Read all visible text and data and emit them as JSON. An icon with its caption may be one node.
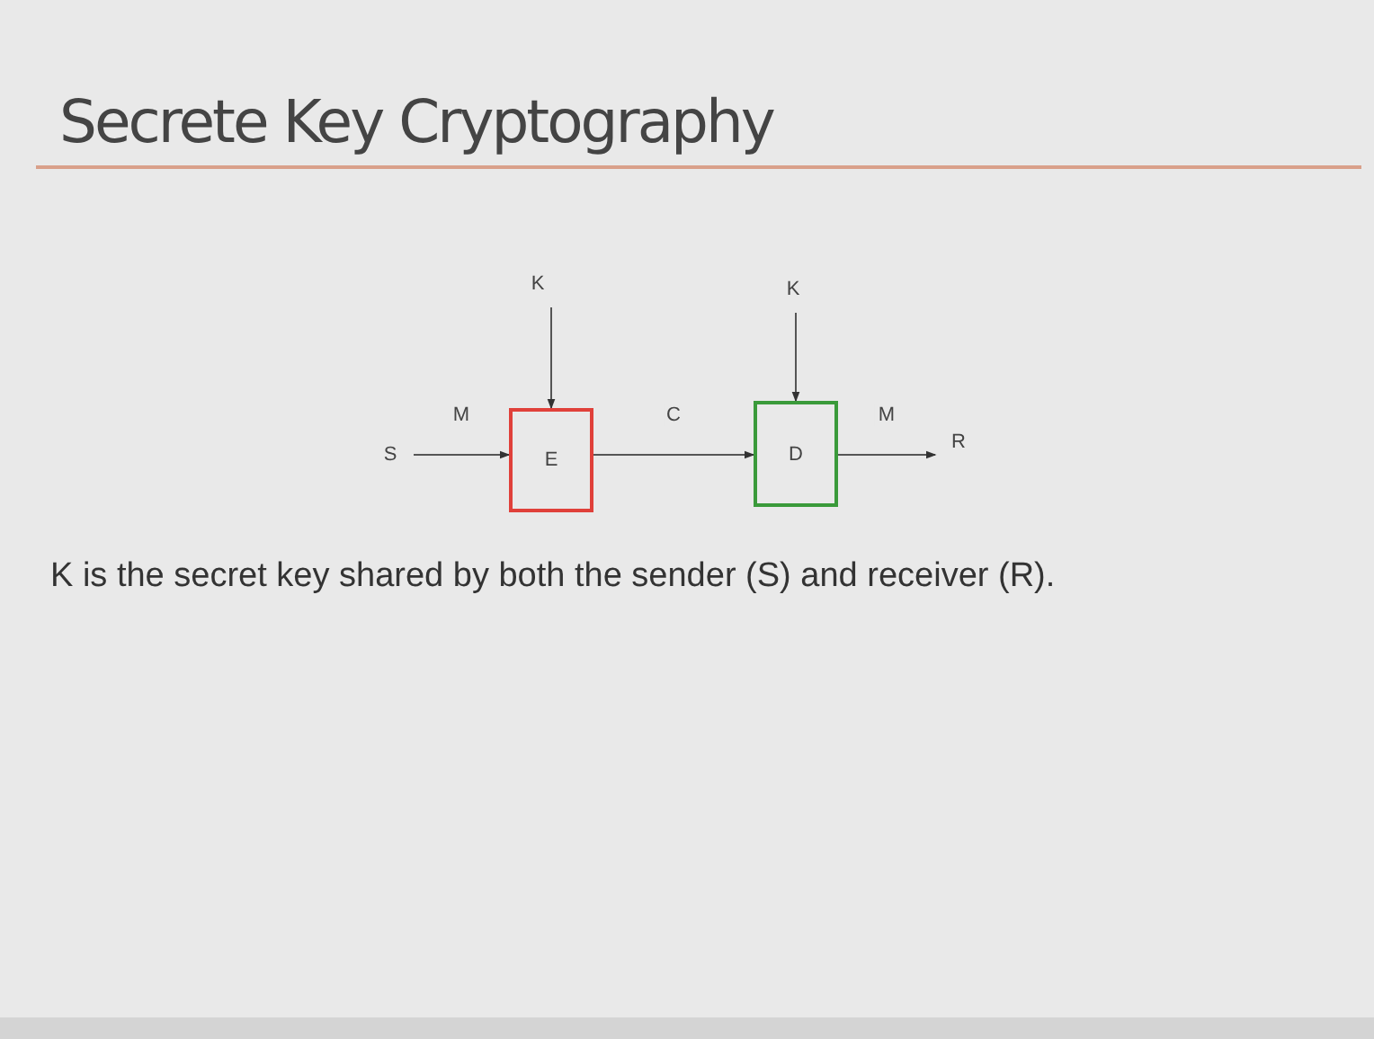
{
  "diagram": {
    "title": "Secrete Key Cryptography",
    "caption": "K is the secret key shared by both the sender (S) and receiver (R).",
    "nodes": [
      {
        "text": [
          "S"
        ]
      },
      {
        "text": [
          "E"
        ]
      },
      {
        "text": [
          "D"
        ]
      },
      {
        "text": [
          "R"
        ]
      },
      {
        "text": [
          "K"
        ]
      },
      {
        "text": [
          "K"
        ]
      }
    ],
    "edges": [
      {
        "from": 0,
        "to": 1,
        "arrow": "to",
        "label": "M"
      },
      {
        "from": 1,
        "to": 2,
        "arrow": "to",
        "label": "C"
      },
      {
        "from": 2,
        "to": 3,
        "arrow": "to",
        "label": "M"
      },
      {
        "from": 4,
        "to": 1,
        "arrow": "to"
      },
      {
        "from": 5,
        "to": 2,
        "arrow": "to"
      }
    ]
  }
}
